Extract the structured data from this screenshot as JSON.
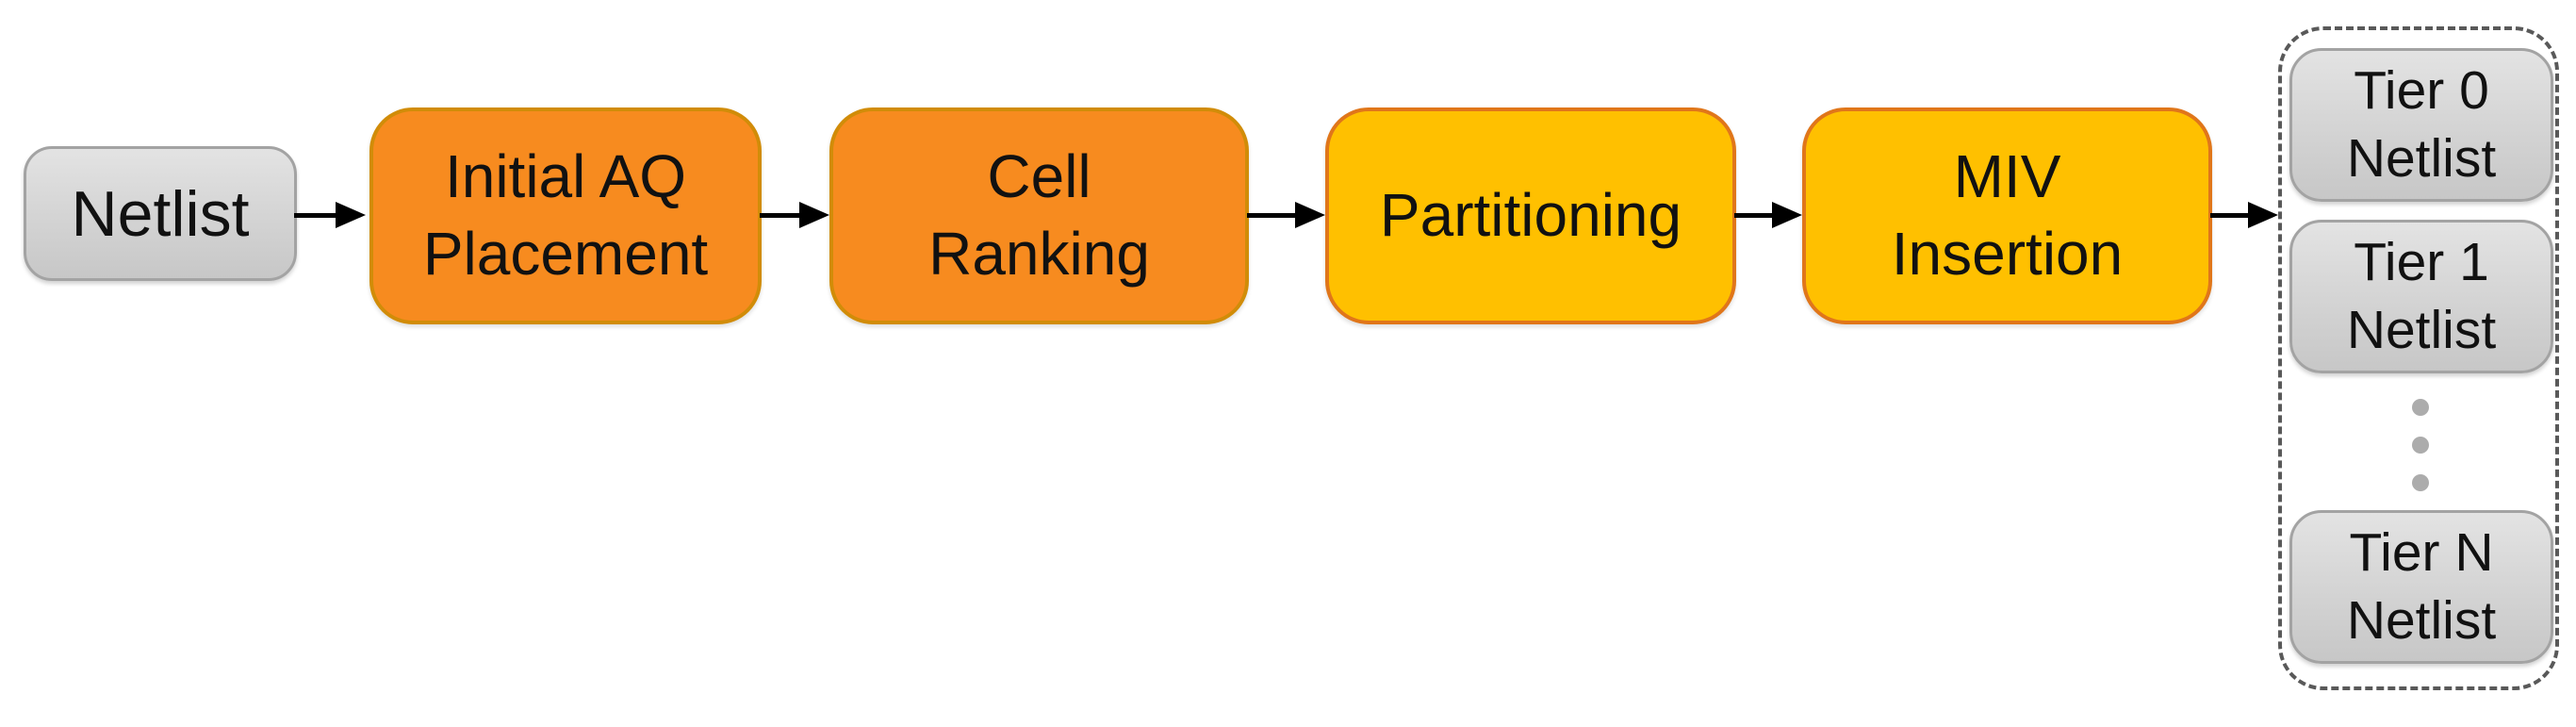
{
  "diagram": {
    "input_box": {
      "label": "Netlist"
    },
    "process_steps": [
      {
        "label": "Initial AQ\nPlacement",
        "style": "orange"
      },
      {
        "label": "Cell\nRanking",
        "style": "orange"
      },
      {
        "label": "Partitioning",
        "style": "yellow"
      },
      {
        "label": "MIV\nInsertion",
        "style": "yellow"
      }
    ],
    "output_group": {
      "tier_boxes": [
        {
          "label": "Tier 0\nNetlist"
        },
        {
          "label": "Tier 1\nNetlist"
        },
        {
          "label": "Tier N\nNetlist"
        }
      ],
      "ellipsis_dot_count": 3
    },
    "colors": {
      "orange_fill": "#F78B1F",
      "orange_border": "#D18C08",
      "yellow_fill": "#FFC000",
      "yellow_border": "#E0761A",
      "gray_fill_top": "#E3E3E3",
      "gray_fill_bottom": "#C7C7C7",
      "gray_border": "#A3A3A3",
      "dashed_container_border": "#595959",
      "arrow_color": "#000000",
      "dot_color": "#ACACAC",
      "text_color": "#111111"
    }
  }
}
